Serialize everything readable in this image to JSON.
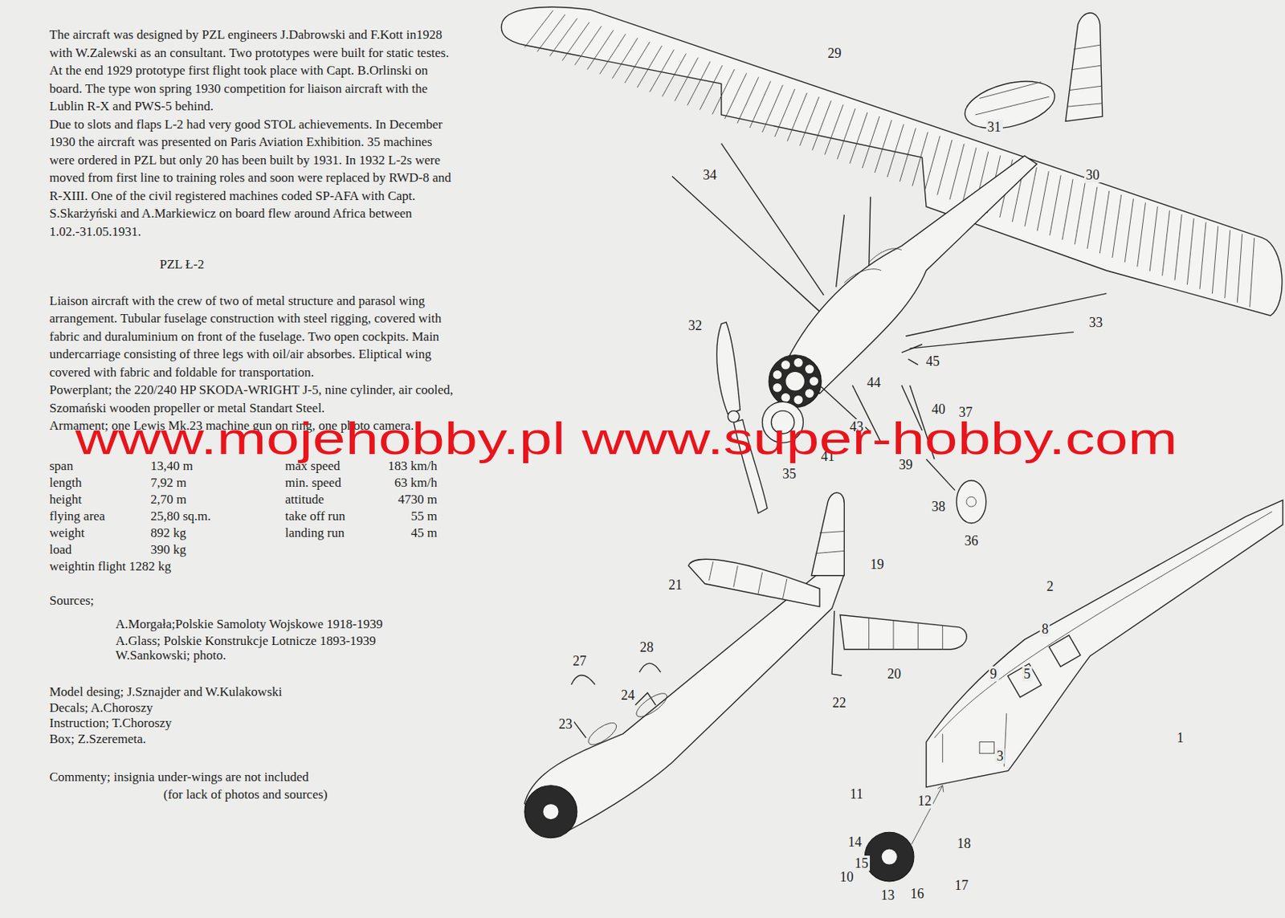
{
  "diagram": {
    "labels": [
      "The aircraft was designed by PZL engineers J.Dabrowski and F.Kott in1928 with W.Zalewski as an consultant. Two prototypes were built for static testes. At the end 1929 prototype first flight took place with Capt. B.Orlinski on board. The type won spring 1930 competition for liaison aircraft with the Lublin R-X and PWS-5 behind.",
      "Due to slots and flaps L-2 had very good STOL achievements. In December 1930 the aircraft was presented on Paris Aviation Exhibition. 35 machines were ordered in PZL but only 20 has been built by 1931. In 1932 L-2s were moved from first line to training roles and soon were replaced by RWD-8 and R-XIII. One of the civil registered machines coded SP-AFA with Capt. S.Skarżyński and A.Markiewicz on board flew around Africa between 1.02.-31.05.1931.",
      "PZL Ł-2",
      "Liaison aircraft with the crew of two of metal structure and parasol wing arrangement. Tubular fuselage construction with steel rigging, covered with fabric and duraluminium on front of the fuselage. Two open cockpits. Main undercarriage consisting of three legs with oil/air absorbes. Eliptical wing covered with fabric and foldable for transportation.",
      "Powerplant; the 220/240 HP SKODA-WRIGHT J-5, nine cylinder, air cooled, Szomański wooden propeller or metal Standart Steel.",
      "Armament; one Lewis Mk.23 machine gun on ring, one photo camera.",
      "span",
      "13,40 m",
      "max speed",
      "183 km/h",
      "length",
      "7,92 m",
      "min. speed",
      "63 km/h",
      "height",
      "2,70 m",
      "attitude",
      "4730 m",
      "flying area",
      "25,80 sq.m.",
      "take off run",
      "55 m",
      "weight",
      "892 kg",
      "landing run",
      "45 m",
      "load",
      "390 kg",
      "weightin flight 1282 kg",
      "Sources;",
      "A.Morgała;Polskie Samoloty Wojskowe 1918-1939",
      "A.Glass; Polskie Konstrukcje Lotnicze 1893-1939",
      "W.Sankowski; photo.",
      "Model desing; J.Sznajder and W.Kulakowski",
      "Decals; A.Choroszy",
      "Instruction; T.Choroszy",
      "Box; Z.Szeremeta.",
      "Commenty; insignia under-wings are not included",
      "(for lack of photos and sources)",
      "www.mojehobby.pl www.super-hobby.com",
      "29",
      "31",
      "30",
      "34",
      "32",
      "33",
      "44",
      "45",
      "43",
      "40",
      "37",
      "41",
      "35",
      "39",
      "38",
      "36",
      "19",
      "21",
      "2",
      "8",
      "27",
      "28",
      "24",
      "9",
      "5",
      "20",
      "22",
      "23",
      "1",
      "3",
      "11",
      "12",
      "18",
      "14",
      "15",
      "10",
      "17",
      "16",
      "13"
    ]
  }
}
